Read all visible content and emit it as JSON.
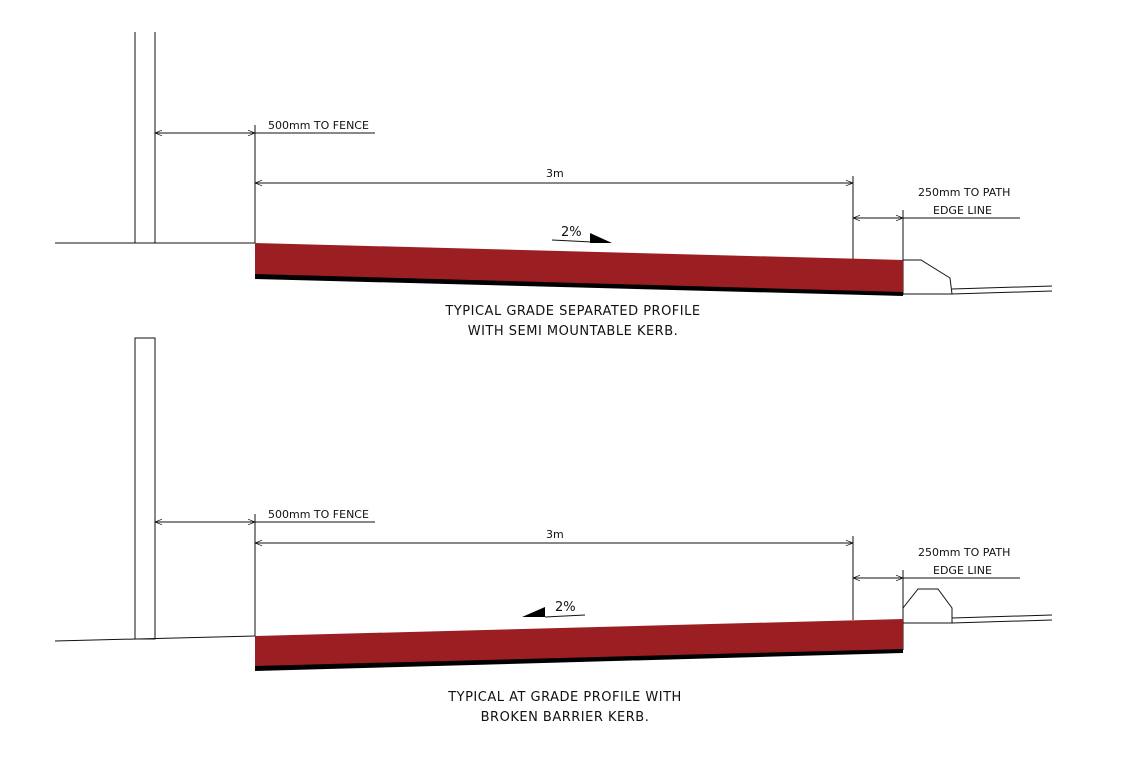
{
  "colors": {
    "path_fill": "#9b1f22",
    "base": "#000000",
    "line": "#111111"
  },
  "profiles": [
    {
      "fence_dim": "500mm TO FENCE",
      "width_dim": "3m",
      "path_dim_line1": "250mm TO PATH",
      "path_dim_line2": "EDGE LINE",
      "grade": "2%",
      "caption_line1": "TYPICAL GRADE SEPARATED PROFILE",
      "caption_line2": "WITH SEMI MOUNTABLE KERB."
    },
    {
      "fence_dim": "500mm TO FENCE",
      "width_dim": "3m",
      "path_dim_line1": "250mm TO PATH",
      "path_dim_line2": "EDGE LINE",
      "grade": "2%",
      "caption_line1": "TYPICAL AT GRADE PROFILE WITH",
      "caption_line2": "BROKEN BARRIER KERB."
    }
  ]
}
